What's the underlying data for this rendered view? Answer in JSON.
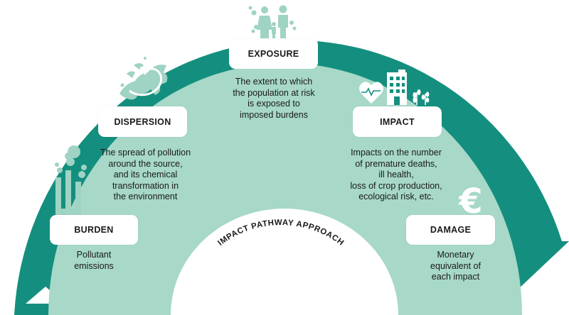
{
  "colors": {
    "outer_ring": "#148f7f",
    "inner_band": "#a7d8c8",
    "center": "#ffffff",
    "icon_light": "#9fd3c3",
    "icon_white": "#ffffff"
  },
  "center_label": "IMPACT PATHWAY APPROACH",
  "stages": [
    {
      "label": "BURDEN",
      "description": "Pollutant\nemissions",
      "icon": "factory-icon"
    },
    {
      "label": "DISPERSION",
      "description": "The spread of pollution\naround the source,\nand its chemical\ntransformation in\nthe environment",
      "icon": "europe-map-arrow-icon"
    },
    {
      "label": "EXPOSURE",
      "description": "The extent to which\nthe population at risk\nis exposed to\nimposed burdens",
      "icon": "people-family-icon"
    },
    {
      "label": "IMPACT",
      "description": "Impacts on  the number\nof premature deaths,\nill health,\nloss of crop production,\necological risk, etc.",
      "icon": "health-building-crops-icon"
    },
    {
      "label": "DAMAGE",
      "description": "Monetary\nequivalent of\neach impact",
      "icon": "euro-icon"
    }
  ],
  "euro_symbol": "€"
}
